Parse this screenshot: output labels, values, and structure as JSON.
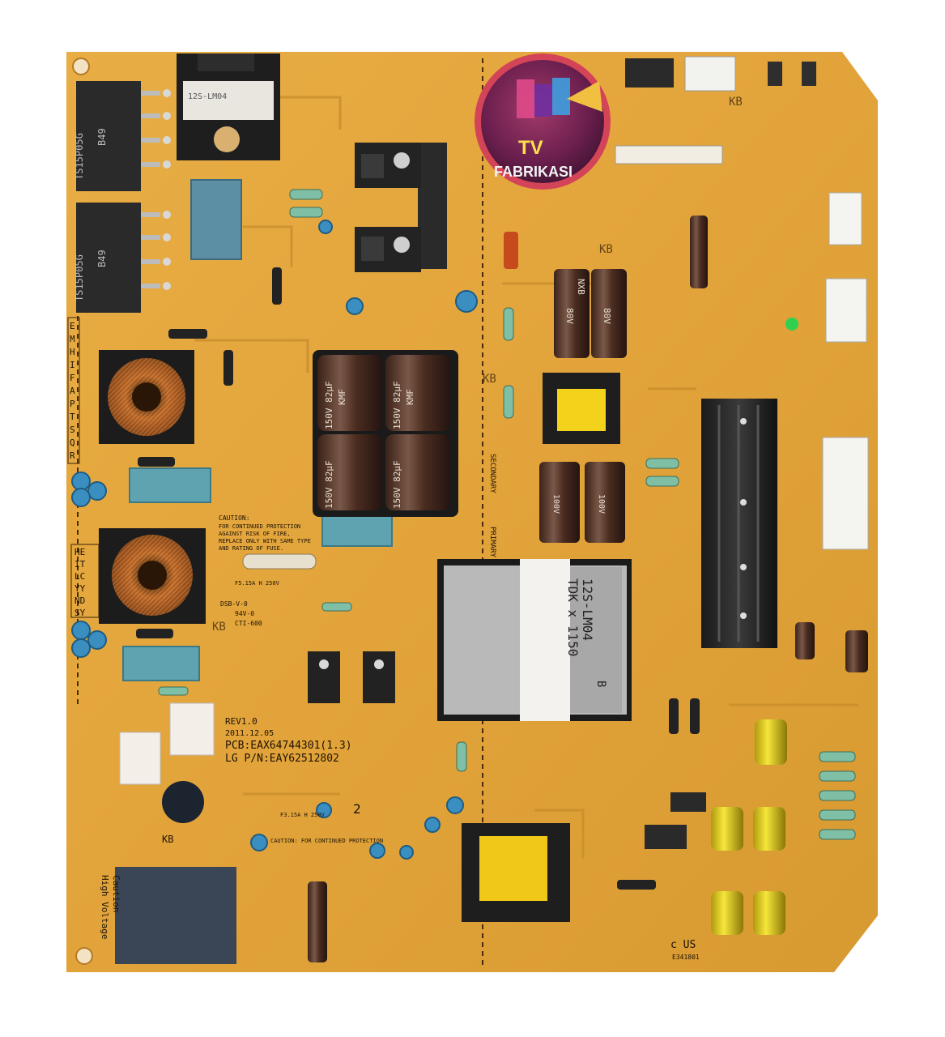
{
  "logo": {
    "line1": "TV",
    "line2": "FABRIKASI",
    "colors": {
      "ring": "#c93f52",
      "inner": "#7a2a5c",
      "accent": "#3fd0e0",
      "text": "#ffe24a"
    }
  },
  "board": {
    "color": "#e2a43a",
    "silkscreen": {
      "rev": "REV1.0",
      "date": "2011.12.05",
      "pcb": "PCB:EAX64744301(1.3)",
      "part_no": "LG P/N:EAY62512802",
      "caution_title": "CAUTION:",
      "caution_lines": [
        "FOR CONTINUED PROTECTION",
        "AGAINST RISK OF FIRE,",
        "REPLACE ONLY WITH SAME TYPE",
        "AND RATING OF FUSE."
      ],
      "caution_bottom": "CAUTION: FOR CONTINUED PROTECTION",
      "fuse_rating": "F5.15A H 250V",
      "fuse_rating_2": "F3.15A H 250V",
      "standard_1": "DSB-V-0",
      "standard_2": "94V-0",
      "standard_3": "CTI-600",
      "primary": "PRIMARY",
      "secondary": "SECONDARY",
      "high_voltage": "High Voltage",
      "caution_hv": "Caution",
      "ul_mark": "c US",
      "ul_file": "E341801",
      "mark_2": "2",
      "kb": "KB",
      "country_codes_left": [
        "E",
        "M",
        "H",
        "I",
        "F",
        "A",
        "P",
        "T",
        "S",
        "Q",
        "R"
      ],
      "country_codes_bottom": [
        "HE",
        "IT",
        "LC",
        "YY",
        "ND",
        "SY"
      ]
    },
    "components": {
      "bridge_1": "TS15P05G",
      "bridge_1_code": "B49",
      "bridge_2": "TS15P05G",
      "bridge_2_code": "B49",
      "transformer_main": "12S-LM04",
      "transformer_main_2": "TDK x 1150",
      "transformer_main_3": "B",
      "cap_big": "150V 82µF",
      "cap_big_brand": "KMF",
      "cap_mid": "80V",
      "cap_mid_brand": "NXB",
      "cap_small": "100V",
      "transformer_top": "12S-LM04"
    }
  }
}
